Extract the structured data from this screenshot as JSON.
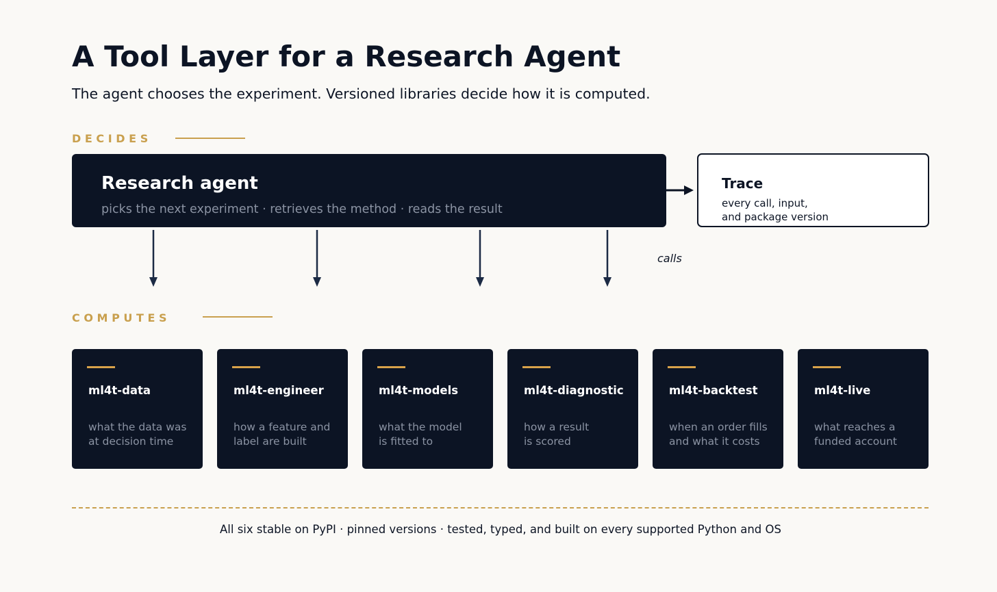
{
  "title": "A Tool Layer for a Research Agent",
  "subtitle": "The agent chooses the experiment. Versioned libraries decide how it is computed.",
  "sections": {
    "decides": "DECIDES",
    "computes": "COMPUTES"
  },
  "agent": {
    "title": "Research agent",
    "subtitle": "picks the next experiment  ·  retrieves the method  ·  reads the result"
  },
  "trace": {
    "title": "Trace",
    "description": "every call, input,\nand package version"
  },
  "calls_label": "calls",
  "packages": [
    {
      "name": "ml4t-data",
      "description": "what the data was\nat decision time"
    },
    {
      "name": "ml4t-engineer",
      "description": "how a feature and\nlabel are built"
    },
    {
      "name": "ml4t-models",
      "description": "what the model\nis fitted to"
    },
    {
      "name": "ml4t-diagnostic",
      "description": "how a result\nis scored"
    },
    {
      "name": "ml4t-backtest",
      "description": "when an order fills\nand what it costs"
    },
    {
      "name": "ml4t-live",
      "description": "what reaches a\nfunded account"
    }
  ],
  "footer": "All six stable on PyPI  ·  pinned versions  ·  tested, typed, and built on every supported Python and OS",
  "colors": {
    "navy": "#0c1424",
    "gold": "#c9a04e",
    "muted_text": "#8b93a3",
    "background": "#faf9f6"
  }
}
